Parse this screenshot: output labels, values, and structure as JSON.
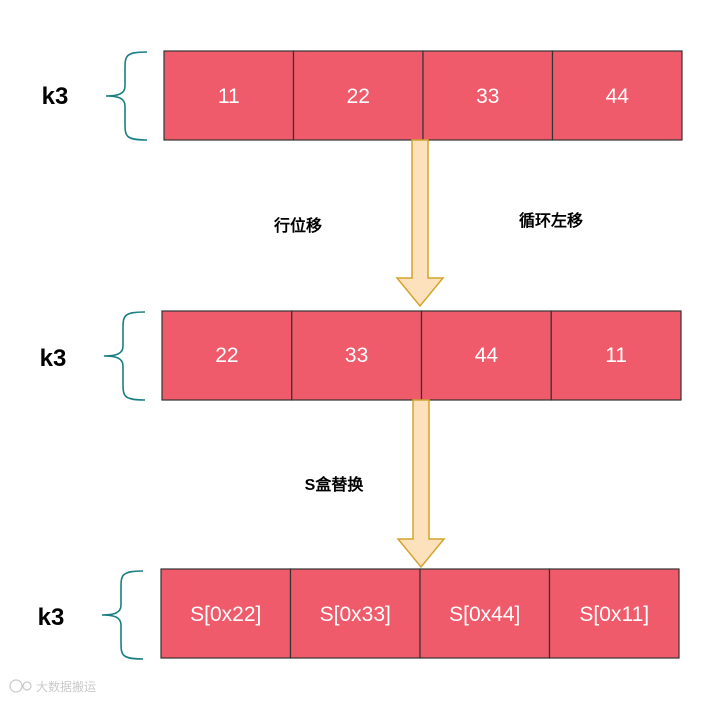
{
  "rows": [
    {
      "label": "k3",
      "cells": [
        "11",
        "22",
        "33",
        "44"
      ]
    },
    {
      "label": "k3",
      "cells": [
        "22",
        "33",
        "44",
        "11"
      ]
    },
    {
      "label": "k3",
      "cells": [
        "S[0x22]",
        "S[0x33]",
        "S[0x44]",
        "S[0x11]"
      ]
    }
  ],
  "steps": [
    {
      "labels": [
        "行位移",
        "循环左移"
      ]
    },
    {
      "labels": [
        "S盒替换"
      ]
    }
  ],
  "watermark": "大数据搬运",
  "colors": {
    "cell_fill": "#f05b6b",
    "brace": "#1a7e84",
    "arrow_fill": "#fde1bd",
    "arrow_stroke": "#d4a32c"
  }
}
